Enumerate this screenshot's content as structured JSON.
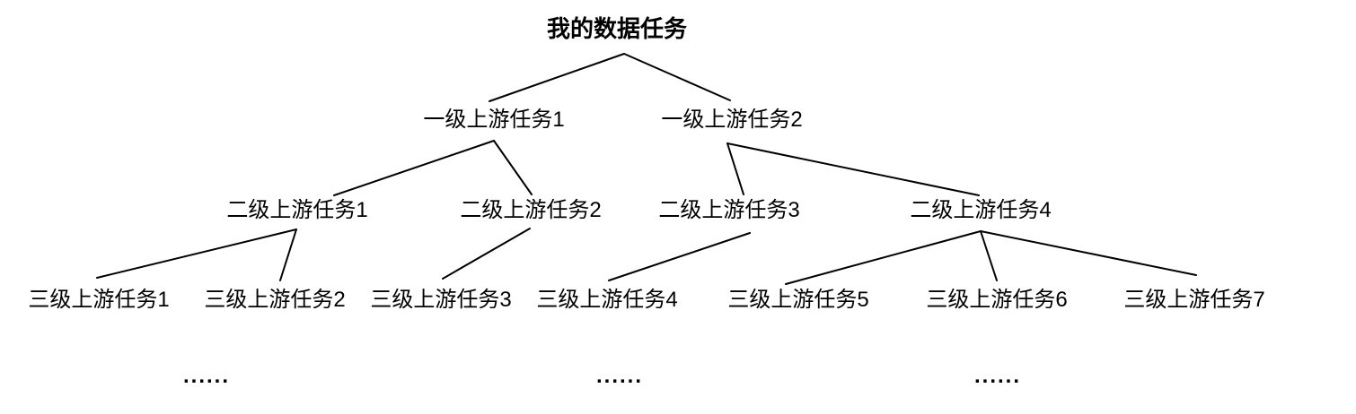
{
  "colors": {
    "background": "#ffffff",
    "text": "#000000",
    "line": "#000000"
  },
  "tree": {
    "root": {
      "label": "我的数据任务"
    },
    "level1_tasks": [
      {
        "label": "一级上游任务1"
      },
      {
        "label": "一级上游任务2"
      }
    ],
    "level2_tasks": [
      {
        "label": "二级上游任务1"
      },
      {
        "label": "二级上游任务2"
      },
      {
        "label": "二级上游任务3"
      },
      {
        "label": "二级上游任务4"
      }
    ],
    "level3_tasks": [
      {
        "label": "三级上游任务1"
      },
      {
        "label": "三级上游任务2"
      },
      {
        "label": "三级上游任务3"
      },
      {
        "label": "三级上游任务4"
      },
      {
        "label": "三级上游任务5"
      },
      {
        "label": "三级上游任务6"
      },
      {
        "label": "三级上游任务7"
      }
    ],
    "edges": [
      {
        "from": "我的数据任务",
        "to": "一级上游任务1"
      },
      {
        "from": "我的数据任务",
        "to": "一级上游任务2"
      },
      {
        "from": "一级上游任务1",
        "to": "二级上游任务1"
      },
      {
        "from": "一级上游任务1",
        "to": "二级上游任务2"
      },
      {
        "from": "一级上游任务2",
        "to": "二级上游任务3"
      },
      {
        "from": "一级上游任务2",
        "to": "二级上游任务4"
      },
      {
        "from": "二级上游任务1",
        "to": "三级上游任务1"
      },
      {
        "from": "二级上游任务1",
        "to": "三级上游任务2"
      },
      {
        "from": "二级上游任务2",
        "to": "三级上游任务3"
      },
      {
        "from": "二级上游任务3",
        "to": "三级上游任务4"
      },
      {
        "from": "二级上游任务4",
        "to": "三级上游任务5"
      },
      {
        "from": "二级上游任务4",
        "to": "三级上游任务6"
      },
      {
        "from": "二级上游任务4",
        "to": "三级上游任务7"
      }
    ],
    "ellipses": [
      {
        "label": "......"
      },
      {
        "label": "......"
      },
      {
        "label": "......"
      }
    ]
  }
}
